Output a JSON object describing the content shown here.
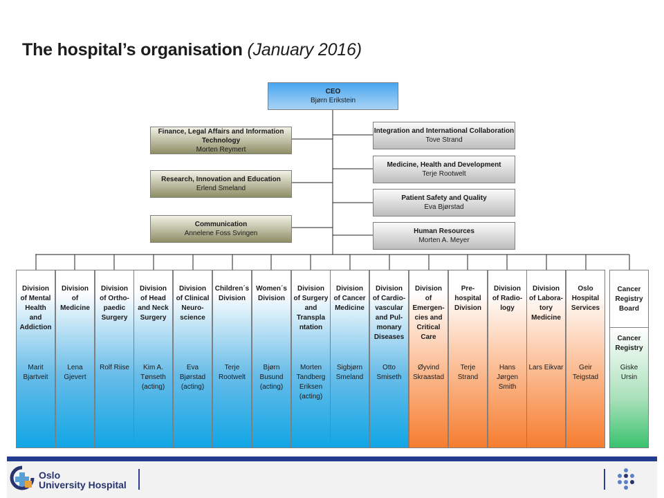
{
  "title": {
    "main": "The hospital’s organisation",
    "sub": "(January 2016)"
  },
  "ceo": {
    "role": "CEO",
    "name": "Bjørn Erikstein"
  },
  "staff_left": [
    {
      "role": "Finance, Legal Affairs and Information Technology",
      "name": "Morten Reymert"
    },
    {
      "role": "Research, Innovation and Education",
      "name": "Erlend Smeland"
    },
    {
      "role": "Communication",
      "name": "Annelene Foss Svingen"
    }
  ],
  "staff_right": [
    {
      "role": "Integration and International Collaboration",
      "name": "Tove Strand"
    },
    {
      "role": "Medicine, Health and Development",
      "name": "Terje Rootwelt"
    },
    {
      "role": "Patient Safety and Quality",
      "name": "Eva Bjørstad"
    },
    {
      "role": "Human Resources",
      "name": "Morten A. Meyer"
    }
  ],
  "divisions": [
    {
      "name": "Division of Mental Health and Addiction",
      "head": "Marit Bjartveit",
      "color": "blue"
    },
    {
      "name": "Division of Medicine",
      "head": "Lena Gjevert",
      "color": "blue"
    },
    {
      "name": "Division of Ortho- paedic Surgery",
      "head": "Rolf Riise",
      "color": "blue"
    },
    {
      "name": "Division of Head and Neck Surgery",
      "head": "Kim A. Tønseth (acting)",
      "color": "blue"
    },
    {
      "name": "Division of Clinical Neuro- science",
      "head": "Eva Bjørstad (acting)",
      "color": "blue"
    },
    {
      "name": "Children´s Division",
      "head": "Terje Rootwelt",
      "color": "blue"
    },
    {
      "name": "Women´s Division",
      "head": "Bjørn Busund (acting)",
      "color": "blue"
    },
    {
      "name": "Division of Surgery and Transpla ntation",
      "head": "Morten Tandberg Eriksen (acting)",
      "color": "blue"
    },
    {
      "name": "Division of Cancer Medicine",
      "head": "Sigbjørn Smeland",
      "color": "blue"
    },
    {
      "name": "Division of Cardio- vascular and Pul- monary Diseases",
      "head": "Otto Smiseth",
      "color": "blue"
    },
    {
      "name": "Division of Emergen- cies and Critical Care",
      "head": "Øyvind Skraastad",
      "color": "orange"
    },
    {
      "name": "Pre- hospital Division",
      "head": "Terje Strand",
      "color": "orange"
    },
    {
      "name": "Division of Radio- logy",
      "head": "Hans Jørgen Smith",
      "color": "orange"
    },
    {
      "name": "Division of Labora- tory Medicine",
      "head": "Lars Eikvar",
      "color": "orange"
    },
    {
      "name": "Oslo Hospital Services",
      "head": "Geir Teigstad",
      "color": "orange"
    }
  ],
  "cancer_registry": {
    "board": "Cancer Registry Board",
    "name": "Cancer Registry",
    "head": "Giske Ursin"
  },
  "footer": {
    "logo_line1": "Oslo",
    "logo_line2": "University Hospital"
  },
  "colors": {
    "footer_bar": "#253b8f",
    "ceo_box": "#4aa6ef",
    "clinical_divisions": "#10a6e6",
    "service_divisions": "#f67d30",
    "cancer_registry": "#39c26e"
  }
}
